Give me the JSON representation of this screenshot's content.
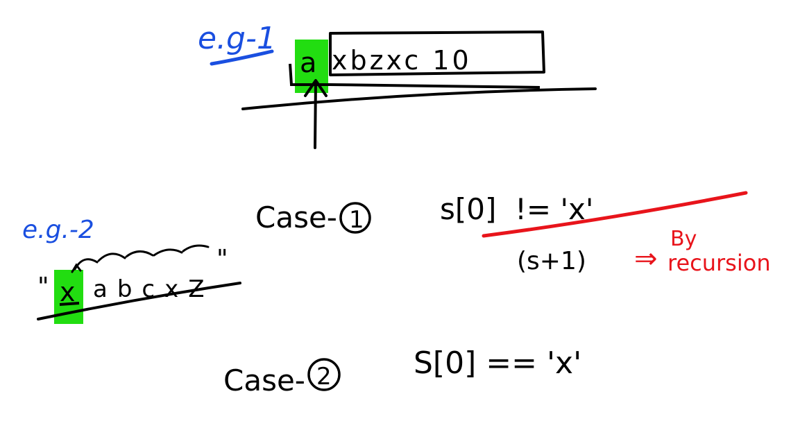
{
  "example1": {
    "label": "e.g-1",
    "string": "axbzxc 10",
    "highlight_char": "a"
  },
  "example2": {
    "label": "e.g.-2",
    "string_open_quote": "\"",
    "highlight_char": "x",
    "rest": "abcxZ",
    "string_close_quote": "\""
  },
  "case1": {
    "label": "Case-",
    "number": "1",
    "condition": "s[0]  != 'x'",
    "result": "(s+1)",
    "arrow": "⇒",
    "note_line1": "By",
    "note_line2": "recursion"
  },
  "case2": {
    "label": "Case-",
    "number": "2",
    "condition": "S[0] == 'x'"
  },
  "colors": {
    "ink": "#000000",
    "blue": "#1a4fe0",
    "red": "#e8141b",
    "green": "#22dd11"
  }
}
